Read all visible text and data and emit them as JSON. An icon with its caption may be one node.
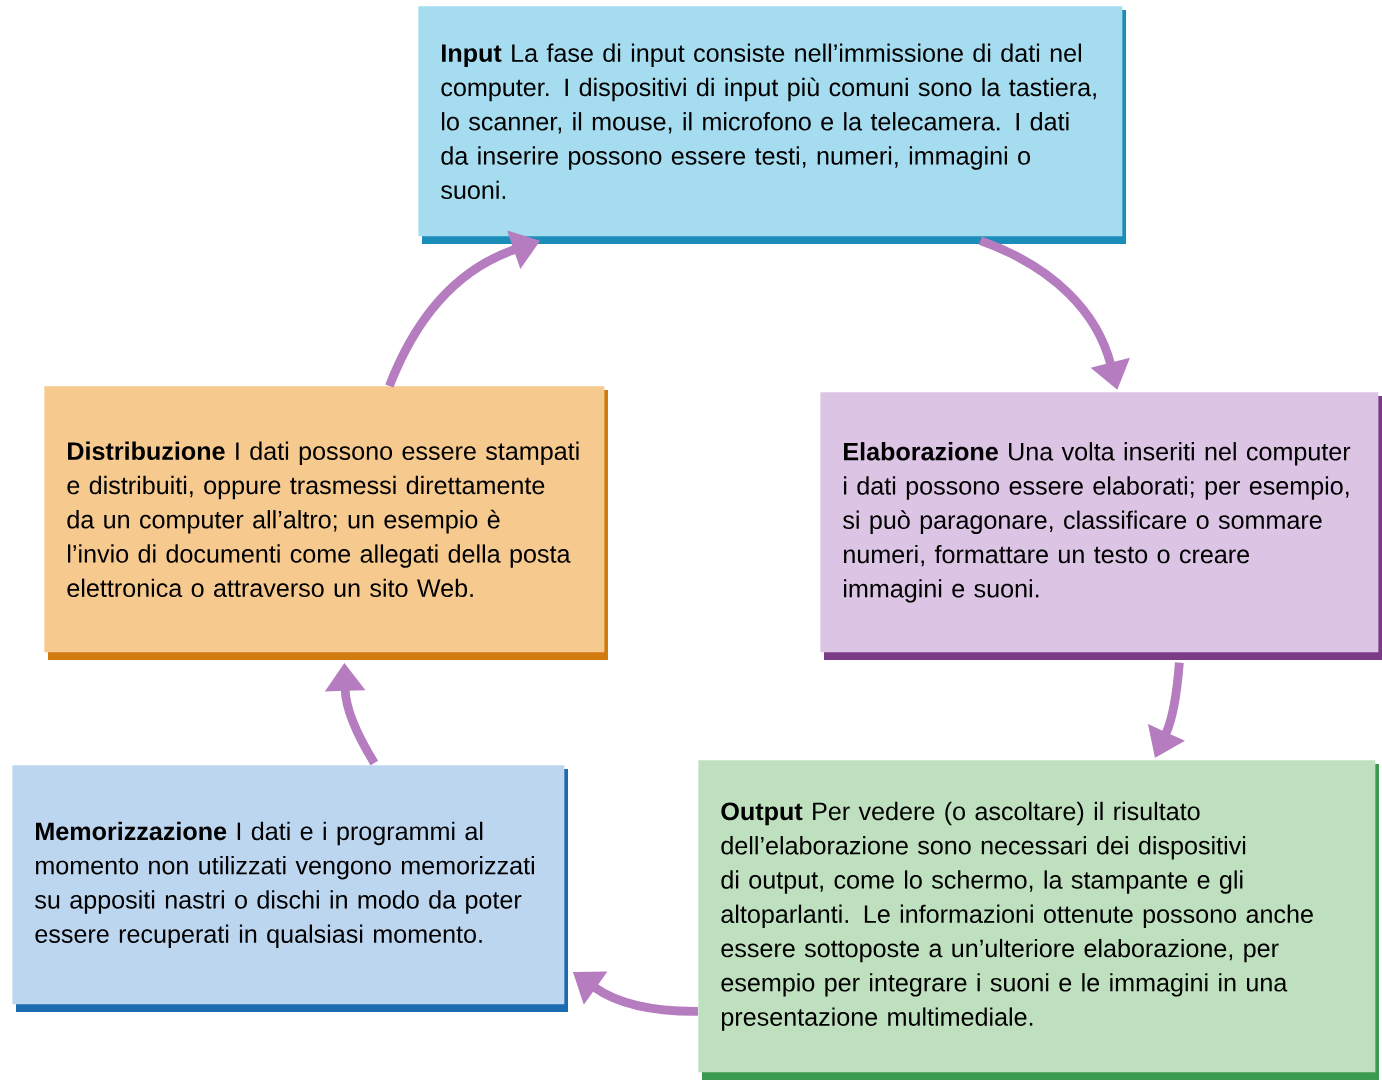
{
  "diagram": {
    "nodes": [
      {
        "text": [
          "**Input** La fase di input consiste nell’immissione di dati nel computer. I dispositivi di input più comuni sono la tastiera, lo scanner, il mouse, il microfono e la telecamera. I dati da inserire possono essere testi, numeri, immagini o suoni."
        ]
      },
      {
        "text": [
          "**Elaborazione** Una volta inseriti nel computer i dati possono essere elaborati; per esempio, si può paragonare, classificare o sommare numeri, formattare un testo o creare immagini e suoni."
        ]
      },
      {
        "text": [
          "**Distribuzione** I dati possono essere stampati e distribuiti, oppure trasmessi direttamente da un computer all’altro; un esempio è l’invio di documenti come allegati della posta elettronica o attraverso un sito Web."
        ]
      },
      {
        "text": [
          "**Memorizzazione** I dati e i programmi al momento non utilizzati vengono memorizzati su appositi nastri o dischi in modo da poter essere recuperati in qualsiasi momento."
        ]
      },
      {
        "text": [
          "**Output** Per vedere (o ascoltare) il risultato dell’elaborazione sono necessari dei dispositivi di output, come lo schermo, la stampante e gli altoparlanti. Le informazioni ottenute possono anche essere sottoposte a un’ulteriore elaborazione, per esempio per integrare i suoni e le immagini in una presentazione multimediale."
        ]
      }
    ],
    "edges": [
      {
        "from": 0,
        "to": 1,
        "arrow": "to"
      },
      {
        "from": 1,
        "to": 4,
        "arrow": "to"
      },
      {
        "from": 4,
        "to": 3,
        "arrow": "to"
      },
      {
        "from": 3,
        "to": 2,
        "arrow": "to"
      },
      {
        "from": 2,
        "to": 0,
        "arrow": "to"
      }
    ]
  }
}
